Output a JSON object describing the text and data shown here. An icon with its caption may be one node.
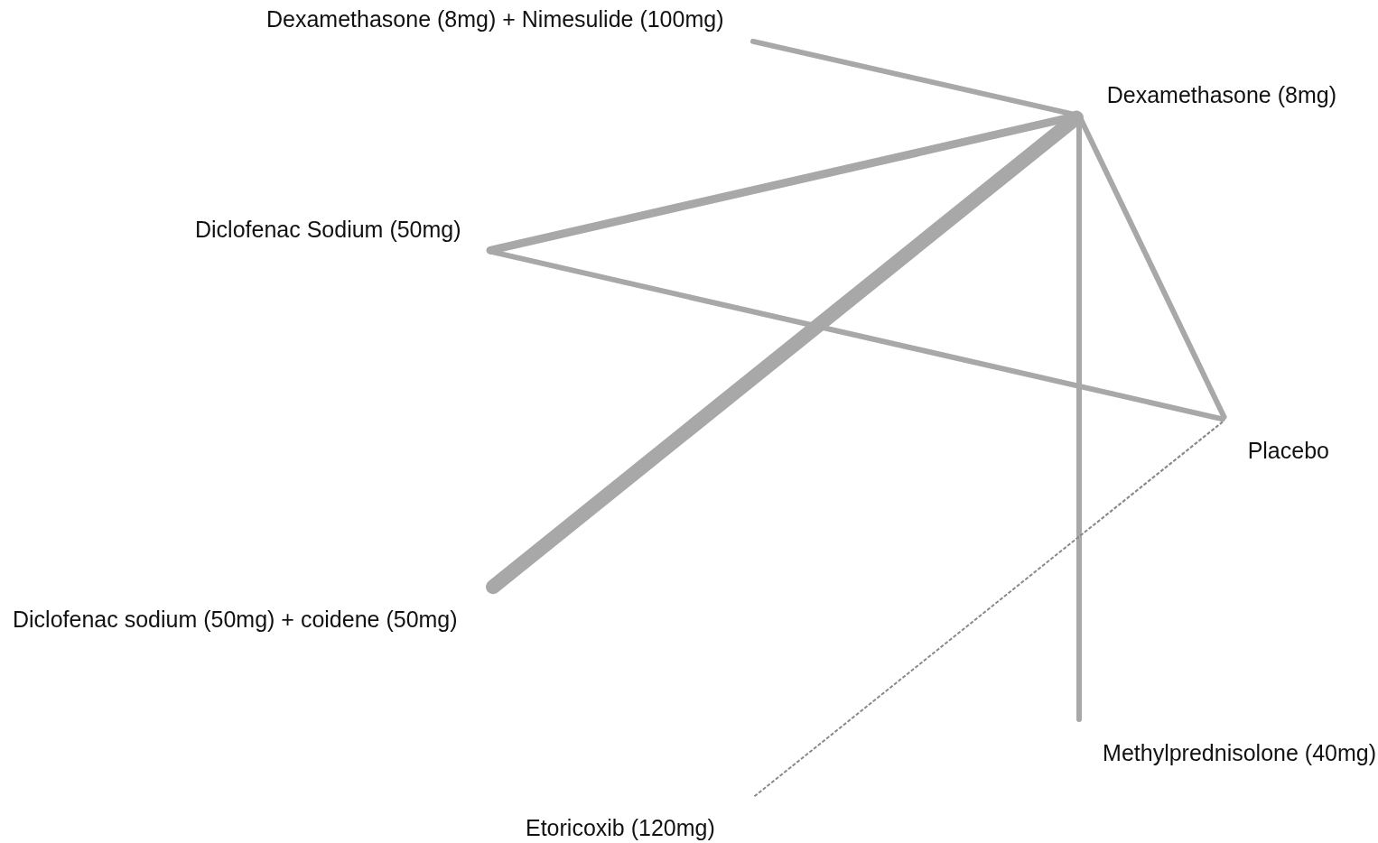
{
  "diagram": {
    "nodes": [
      {
        "text": [
          "Dexamethasone (8mg) + Nimesulide (100mg)"
        ]
      },
      {
        "text": [
          "Dexamethasone (8mg)"
        ]
      },
      {
        "text": [
          "Diclofenac Sodium (50mg)"
        ]
      },
      {
        "text": [
          "Placebo"
        ]
      },
      {
        "text": [
          "Diclofenac sodium (50mg) + coidene (50mg)"
        ]
      },
      {
        "text": [
          "Methylprednisolone (40mg)"
        ]
      },
      {
        "text": [
          "Etoricoxib (120mg)"
        ]
      }
    ],
    "edges": [
      {
        "from": 0,
        "to": 1,
        "arrow": "none"
      },
      {
        "from": 2,
        "to": 1,
        "arrow": "none"
      },
      {
        "from": 4,
        "to": 1,
        "arrow": "none",
        "style": "thick"
      },
      {
        "from": 1,
        "to": 5,
        "arrow": "none"
      },
      {
        "from": 1,
        "to": 3,
        "arrow": "none"
      },
      {
        "from": 2,
        "to": 3,
        "arrow": "none"
      },
      {
        "from": 3,
        "to": 6,
        "arrow": "none",
        "style": "dashed"
      }
    ]
  }
}
